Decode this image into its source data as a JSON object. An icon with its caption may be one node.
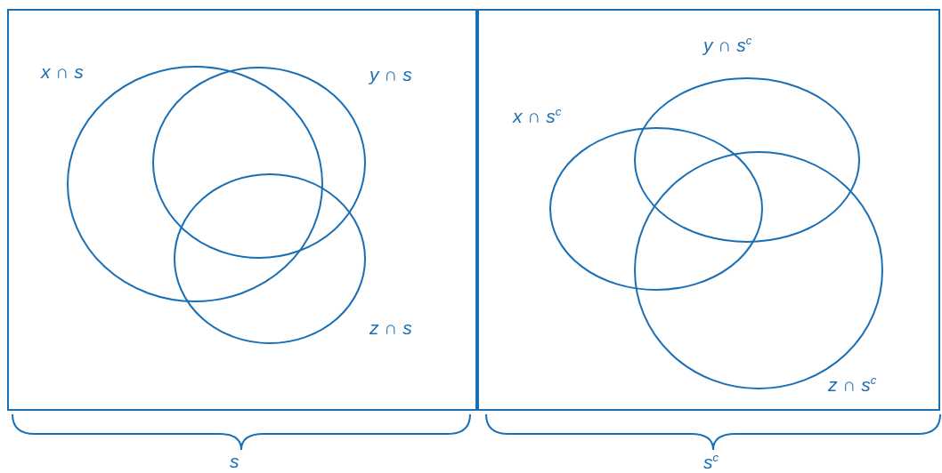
{
  "diagram": {
    "nodes": [
      {
        "text": [],
        "shape": "box"
      },
      {
        "text": [
          "x ∩ s"
        ],
        "in": 0
      },
      {
        "text": [
          "y ∩ s"
        ],
        "in": 0
      },
      {
        "text": [
          "z ∩ s"
        ],
        "in": 0
      },
      {
        "text": [],
        "shape": "box"
      },
      {
        "text": [
          "x ∩ s$^{c}$"
        ],
        "in": 4
      },
      {
        "text": [
          "y ∩ s$^{c}$"
        ],
        "in": 4
      },
      {
        "text": [
          "z ∩ s$^{c}$"
        ],
        "in": 4
      }
    ],
    "labels": [
      "s",
      "s$^{c}$"
    ]
  }
}
